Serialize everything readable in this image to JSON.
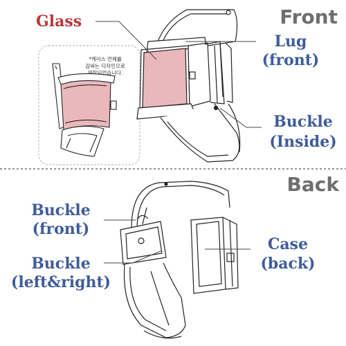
{
  "front": {
    "heading": "Front",
    "glass_label": "Glass",
    "lug_line1": "Lug",
    "lug_line2": "(front)",
    "buckle_inside_line1": "Buckle",
    "buckle_inside_line2": "(Inside)",
    "inset_note_line1": "*케이스 전체를",
    "inset_note_line2": "감싸는 디자인으로",
    "inset_note_line3": "제작되었습니다."
  },
  "back": {
    "heading": "Back",
    "buckle_front_line1": "Buckle",
    "buckle_front_line2": "(front)",
    "buckle_lr_line1": "Buckle",
    "buckle_lr_line2": "(left&right)",
    "case_back_line1": "Case",
    "case_back_line2": "(back)"
  },
  "colors": {
    "glass_red": "#b83a3a",
    "label_blue": "#3f5c9a",
    "heading_gray": "#6e6e6e",
    "glass_fill": "#eab8bb",
    "line": "#222222"
  }
}
